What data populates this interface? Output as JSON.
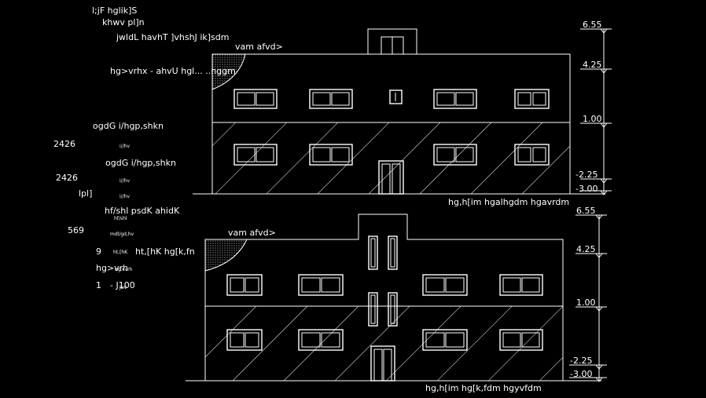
{
  "colors": {
    "background": "#000000",
    "lines": "#ffffff"
  },
  "notes_left": {
    "line1": "l;jF hglik]S",
    "line2": "khwv pl]n",
    "line3": "jwldL havhT ]vhshJ ik]sdm",
    "line4": "hg>vrhx  -   ahvU hgl... ..nggm",
    "line5": "ogdG i/hgp,shkn",
    "line6": "ogdG i/hgp,shkn",
    "line7": "hf/shl psdK ahidK",
    "line8": "ht,[hK hg[k,fn",
    "line9": "hg>vrh",
    "line10": "- J100",
    "num1": "2426",
    "num2": "2426",
    "num3": "lpl]",
    "num4": "569",
    "num5": "9",
    "num6": "1",
    "tiny1": "i//hv",
    "tiny2": "i//hv",
    "tiny3": "i//hv",
    "tiny4": "hf/shl",
    "tiny5": "mdl/gd,hv",
    "tiny6": "ht,[hK",
    "tiny7": "hg>vrh",
    "tiny8": "Jbv"
  },
  "elevation_top": {
    "roof_label": "vam  afvd>",
    "caption": "hg,h[im  hgalhgdm  hgavrdm",
    "levels": [
      "6.55",
      "4.25",
      "1.00",
      "-2.25",
      "-3.00"
    ]
  },
  "elevation_bottom": {
    "roof_label": "vam  afvd>",
    "caption": "hg,h[im  hg[k,fdm  hgyvfdm",
    "levels": [
      "6.55",
      "4.25",
      "1.00",
      "-2.25",
      "-3.00"
    ]
  }
}
